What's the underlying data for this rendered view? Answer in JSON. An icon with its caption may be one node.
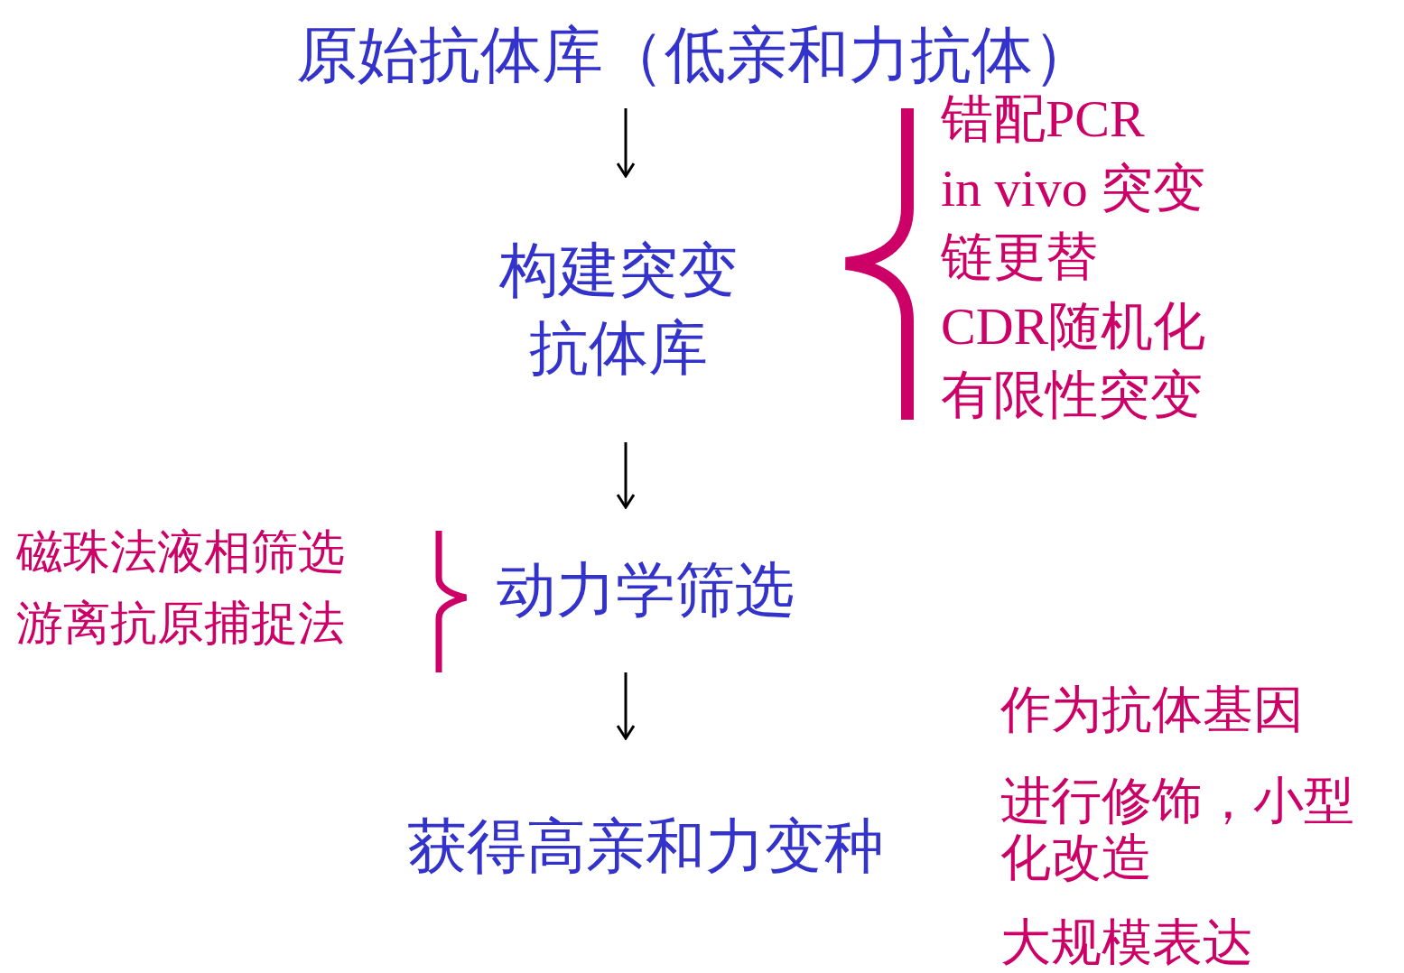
{
  "diagram": {
    "nodes": [
      {
        "text": [
          "原始抗体库（低亲和力抗体）"
        ]
      },
      {
        "text": [
          "构建突变抗体库"
        ]
      },
      {
        "text": [
          "动力学筛选"
        ]
      },
      {
        "text": [
          "获得高亲和力变种"
        ]
      }
    ],
    "edges": [
      {
        "from": 0,
        "to": 1,
        "arrow": "to"
      },
      {
        "from": 1,
        "to": 2,
        "arrow": "to"
      },
      {
        "from": 2,
        "to": 3,
        "arrow": "to"
      }
    ],
    "labels": [
      "错配PCR",
      "in vivo 突变",
      "链更替",
      "CDR随机化",
      "有限性突变",
      "磁珠法液相筛选",
      "游离抗原捕捉法",
      "作为抗体基因",
      "进行修饰，小型化改造",
      "大规模表达"
    ]
  }
}
